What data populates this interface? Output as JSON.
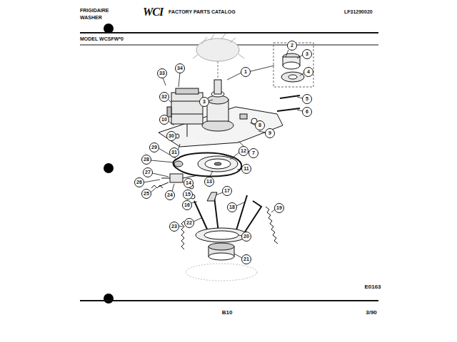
{
  "diagram": {
    "labels": [
      "FRIGIDAIRE",
      "WASHER",
      "WCI",
      "FACTORY PARTS CATALOG",
      "LF31290020",
      "MODEL WCSFW*0",
      "1",
      "2",
      "3",
      "4",
      "5",
      "6",
      "3",
      "7",
      "8",
      "9",
      "10",
      "11",
      "12",
      "13",
      "14",
      "15",
      "16",
      "17",
      "18",
      "19",
      "20",
      "21",
      "22",
      "23",
      "24",
      "25",
      "26",
      "27",
      "28",
      "29",
      "30",
      "31",
      "32",
      "33",
      "34",
      "E0163",
      "B10",
      "3/90"
    ]
  }
}
